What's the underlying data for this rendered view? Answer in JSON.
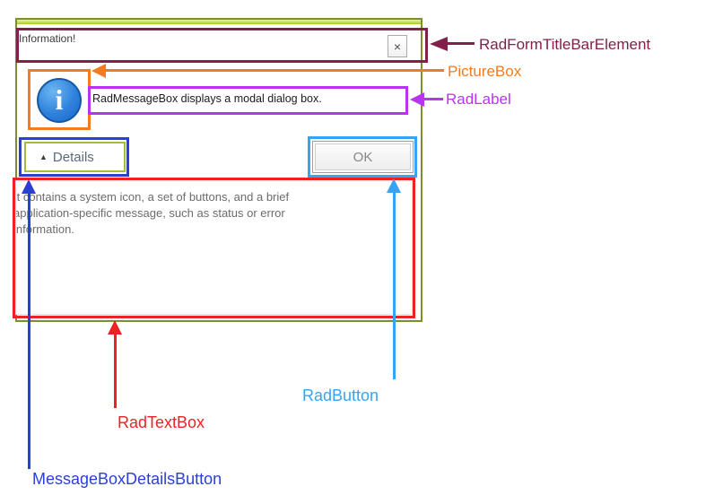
{
  "dialog": {
    "title": "Information!",
    "message": "RadMessageBox displays a modal dialog box.",
    "details_button": {
      "arrow_glyph": "▲",
      "label": "Details"
    },
    "ok_button": {
      "label": "OK"
    },
    "close_button": {
      "glyph": "×"
    },
    "info_icon_glyph": "i",
    "details_text_lines": [
      "It contains a system icon, a set of buttons, and a brief",
      "application-specific message, such as status or error",
      "information."
    ]
  },
  "annotations": {
    "titlebar": {
      "label": "RadFormTitleBarElement",
      "color": "#82204a"
    },
    "picturebox": {
      "label": "PictureBox",
      "color": "#f47b20"
    },
    "radlabel": {
      "label": "RadLabel",
      "color": "#b735ee"
    },
    "radbutton": {
      "label": "RadButton",
      "color": "#38a3f2"
    },
    "radtextbox": {
      "label": "RadTextBox",
      "color": "#ee2224"
    },
    "detailsbutton": {
      "label": "MessageBoxDetailsButton",
      "color": "#2a3fd4"
    }
  },
  "colors": {
    "form_border": "#7f8d2f",
    "form_top_strip_gradient": [
      "#e9f2ae",
      "#a6c72e"
    ],
    "details_button_border": "#a2bc3e",
    "info_icon_blue": "#2e82dc",
    "body_text_gray": "#6c6c6c"
  }
}
